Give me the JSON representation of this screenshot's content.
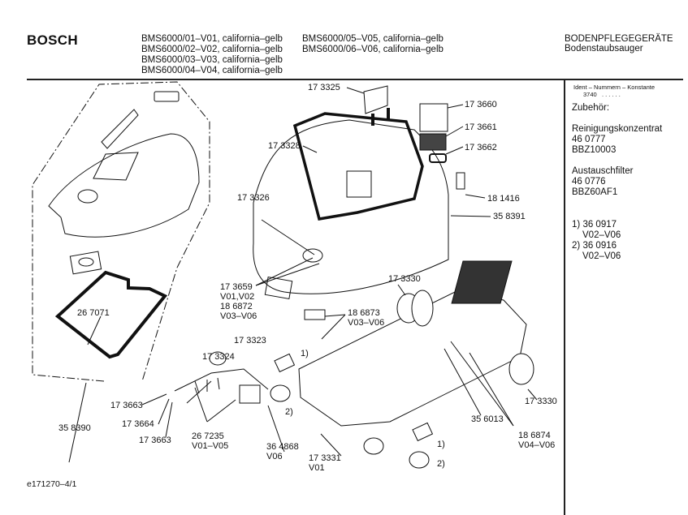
{
  "header": {
    "brand": "BOSCH",
    "models_col1": [
      "BMS6000/01–V01, california–gelb",
      "BMS6000/02–V02, california–gelb",
      "BMS6000/03–V03, california–gelb",
      "BMS6000/04–V04, california–gelb"
    ],
    "models_col2": [
      "BMS6000/05–V05, california–gelb",
      "BMS6000/06–V06, california–gelb"
    ],
    "category": "BODENPFLEGEGERÄTE",
    "subcategory": "Bodenstaubsauger"
  },
  "sidebar": {
    "ident_label": "Ident – Nummern – Konstante",
    "ident_value": "3740",
    "ident_dots": ". .   . . . .",
    "accessories_heading": "Zubehör:",
    "accessories": [
      {
        "name": "Reinigungskonzentrat",
        "number": "46 0777",
        "code": "BBZ10003"
      },
      {
        "name": "Austauschfilter",
        "number": "46 0776",
        "code": "BBZ60AF1"
      }
    ],
    "notes": [
      {
        "marker": "1)",
        "number": "36 0917",
        "variants": "V02–V06"
      },
      {
        "marker": "2)",
        "number": "36 0916",
        "variants": "V02–V06"
      }
    ]
  },
  "callouts": [
    {
      "id": "c173325",
      "text": "17 3325"
    },
    {
      "id": "c173660",
      "text": "17 3660"
    },
    {
      "id": "c173661",
      "text": "17 3661"
    },
    {
      "id": "c173662",
      "text": "17 3662"
    },
    {
      "id": "c173328",
      "text": "17 3328"
    },
    {
      "id": "c181416",
      "text": "18 1416"
    },
    {
      "id": "c358391",
      "text": "35 8391"
    },
    {
      "id": "c173326",
      "text": "17 3326"
    },
    {
      "id": "c173659",
      "text": "17 3659\nV01,V02\n18 6872\nV03–V06"
    },
    {
      "id": "c186873",
      "text": "18 6873\nV03–V06"
    },
    {
      "id": "c173330a",
      "text": "17 3330"
    },
    {
      "id": "c267071",
      "text": "26 7071"
    },
    {
      "id": "c173323",
      "text": "17 3323"
    },
    {
      "id": "c173324",
      "text": "17 3324"
    },
    {
      "id": "n1a",
      "text": "1)"
    },
    {
      "id": "n2a",
      "text": "2)"
    },
    {
      "id": "c173663a",
      "text": "17 3663"
    },
    {
      "id": "c173664",
      "text": "17 3664"
    },
    {
      "id": "c173663b",
      "text": "17 3663"
    },
    {
      "id": "c358390",
      "text": "35 8390"
    },
    {
      "id": "c267235",
      "text": "26 7235\nV01–V05"
    },
    {
      "id": "c364868",
      "text": "36 4868\nV06"
    },
    {
      "id": "c173331",
      "text": "17 3331\nV01"
    },
    {
      "id": "c356013",
      "text": "35 6013"
    },
    {
      "id": "c186874",
      "text": "18 6874\nV04–V06"
    },
    {
      "id": "c173330b",
      "text": "17 3330"
    },
    {
      "id": "n1b",
      "text": "1)"
    },
    {
      "id": "n2b",
      "text": "2)"
    }
  ],
  "footer": {
    "doc_id": "e171270–4/1"
  }
}
